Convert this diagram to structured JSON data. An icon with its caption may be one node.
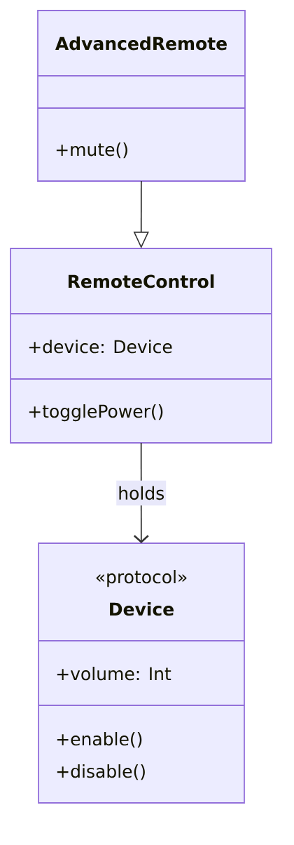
{
  "diagram": {
    "nodes": [
      {
        "text": [
          "AdvancedRemote",
          "+mute()"
        ]
      },
      {
        "text": [
          "RemoteControl",
          "+device: Device",
          "+togglePower()"
        ]
      },
      {
        "text": [
          "«protocol»",
          "Device",
          "+volume: Int",
          "+enable()",
          "+disable()"
        ]
      }
    ],
    "edges": [
      {
        "from": 0,
        "to": 1,
        "arrow": "to"
      },
      {
        "from": 1,
        "to": 2,
        "arrow": "to",
        "label": "holds"
      }
    ]
  }
}
